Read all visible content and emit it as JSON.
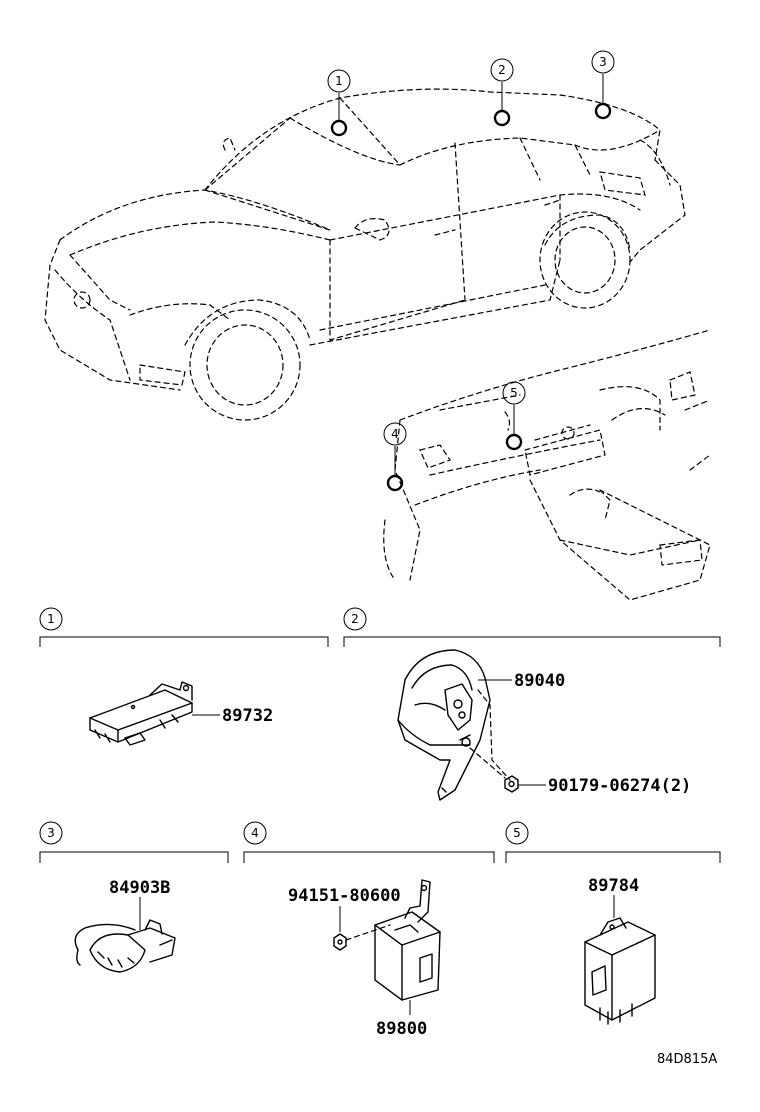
{
  "callouts": [
    "1",
    "2",
    "3",
    "4",
    "5"
  ],
  "sections": [
    {
      "num": "1",
      "parts": [
        "89732"
      ]
    },
    {
      "num": "2",
      "parts": [
        "89040",
        "90179-06274(2)"
      ]
    },
    {
      "num": "3",
      "parts": [
        "84903B"
      ]
    },
    {
      "num": "4",
      "parts": [
        "94151-80600",
        "89800"
      ]
    },
    {
      "num": "5",
      "parts": [
        "89784"
      ]
    }
  ],
  "figure_code": "84D815A"
}
